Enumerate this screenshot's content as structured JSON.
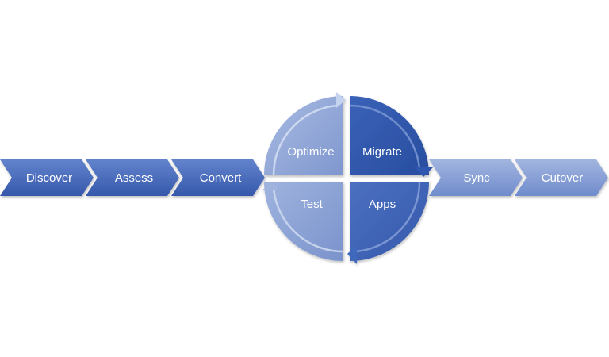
{
  "process": {
    "pre_steps": [
      "Discover",
      "Assess",
      "Convert"
    ],
    "cycle": {
      "top_left": "Optimize",
      "top_right": "Migrate",
      "bottom_left": "Test",
      "bottom_right": "Apps"
    },
    "post_steps": [
      "Sync",
      "Cutover"
    ]
  },
  "colors": {
    "chevron_dark": "#3c61b4",
    "chevron_light": "#5d7fc8",
    "post_dark": "#6985c8",
    "post_light": "#97acdb",
    "cycle_migrate": "#2e55ad",
    "cycle_optimize": "#8fa5d6",
    "cycle_test": "#8ba1d3",
    "cycle_apps": "#3d63b8"
  }
}
